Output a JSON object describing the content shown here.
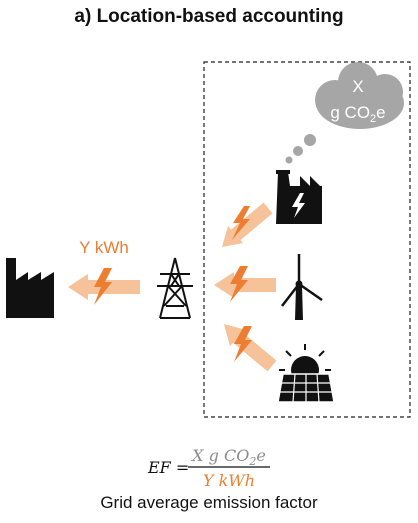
{
  "title": "a) Location-based accounting",
  "cloud": {
    "line1": "X",
    "line2_prefix": "g CO",
    "line2_sub": "2",
    "line2_suffix": "e"
  },
  "flow_label": "Y kWh",
  "formula": {
    "lhs": "EF =",
    "numerator_prefix": "X g CO",
    "numerator_sub": "2",
    "numerator_suffix": "e",
    "denominator": "Y kWh"
  },
  "caption": "Grid average emission factor",
  "colors": {
    "accent": "#ED7D31",
    "arrow": "#F5C29A",
    "cloud": "#A6A6A6",
    "icon": "#111111",
    "numerator_text": "#8C8C8C"
  },
  "icons": [
    "factory-icon",
    "power-plant-icon",
    "wind-turbine-icon",
    "solar-panel-icon",
    "transmission-tower-icon",
    "lightning-bolt-icon",
    "cloud-icon"
  ]
}
